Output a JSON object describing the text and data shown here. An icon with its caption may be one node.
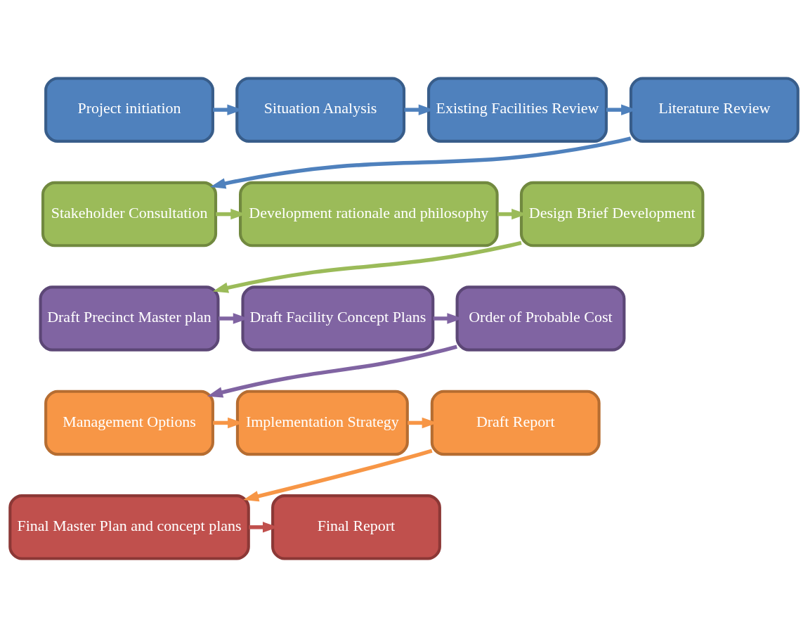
{
  "diagram": {
    "nodes": [
      {
        "text": [
          "Project initiation"
        ]
      },
      {
        "text": [
          "Situation Analysis"
        ]
      },
      {
        "text": [
          "Existing Facilities Review"
        ]
      },
      {
        "text": [
          "Literature Review"
        ]
      },
      {
        "text": [
          "Stakeholder Consultation"
        ]
      },
      {
        "text": [
          "Development rationale and philosophy"
        ]
      },
      {
        "text": [
          "Design Brief Development"
        ]
      },
      {
        "text": [
          "Draft Precinct Master plan"
        ]
      },
      {
        "text": [
          "Draft Facility Concept Plans"
        ]
      },
      {
        "text": [
          "Order of Probable Cost"
        ]
      },
      {
        "text": [
          "Management Options"
        ]
      },
      {
        "text": [
          "Implementation Strategy"
        ]
      },
      {
        "text": [
          "Draft Report"
        ]
      },
      {
        "text": [
          "Final Master Plan and concept plans"
        ]
      },
      {
        "text": [
          "Final Report"
        ]
      }
    ],
    "edges": [
      {
        "from": 0,
        "to": 1,
        "arrow": "to",
        "color": "#4f81bd"
      },
      {
        "from": 1,
        "to": 2,
        "arrow": "to",
        "color": "#4f81bd"
      },
      {
        "from": 2,
        "to": 3,
        "arrow": "to",
        "color": "#4f81bd"
      },
      {
        "from": 3,
        "to": 4,
        "arrow": "to",
        "color": "#4f81bd"
      },
      {
        "from": 4,
        "to": 5,
        "arrow": "to",
        "color": "#9bbb59"
      },
      {
        "from": 5,
        "to": 6,
        "arrow": "to",
        "color": "#9bbb59"
      },
      {
        "from": 6,
        "to": 7,
        "arrow": "to",
        "color": "#9bbb59"
      },
      {
        "from": 7,
        "to": 8,
        "arrow": "to",
        "color": "#8064a2"
      },
      {
        "from": 8,
        "to": 9,
        "arrow": "to",
        "color": "#8064a2"
      },
      {
        "from": 9,
        "to": 10,
        "arrow": "to",
        "color": "#8064a2"
      },
      {
        "from": 10,
        "to": 11,
        "arrow": "to",
        "color": "#f79646"
      },
      {
        "from": 11,
        "to": 12,
        "arrow": "to",
        "color": "#f79646"
      },
      {
        "from": 12,
        "to": 13,
        "arrow": "to",
        "color": "#f79646"
      },
      {
        "from": 13,
        "to": 14,
        "arrow": "to",
        "color": "#c0504d"
      }
    ]
  }
}
